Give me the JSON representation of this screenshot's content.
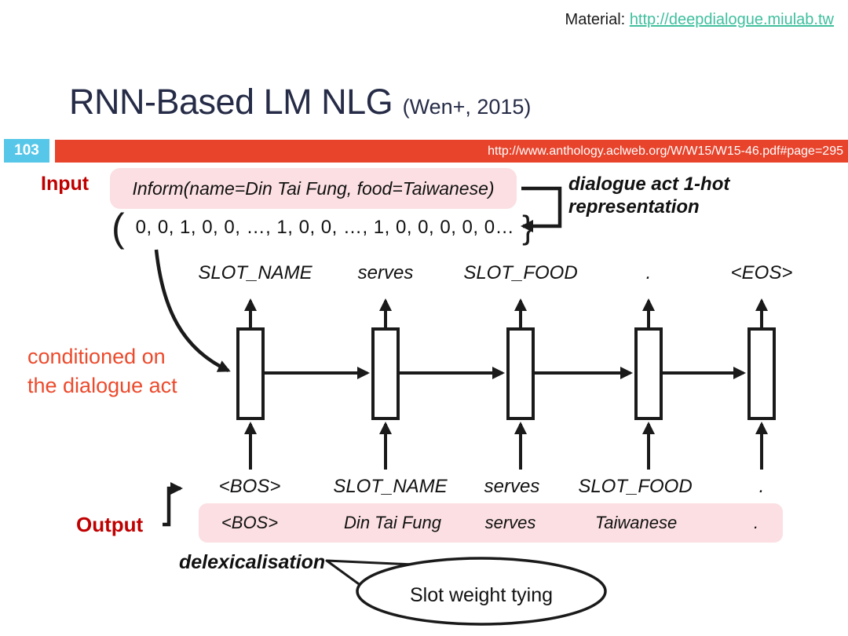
{
  "colors": {
    "banner_red": "#e8432b",
    "badge_cyan": "#56c7e9",
    "link_teal": "#3fbf9e",
    "title_navy": "#262c47",
    "label_dark_red": "#c00000",
    "note_orange_red": "#ec4a2c",
    "box_pink": "#fbdfe2",
    "ink_black": "#1a1a1a"
  },
  "header": {
    "material_label": "Material:",
    "material_link": "http://deepdialogue.miulab.tw"
  },
  "title": {
    "main": "RNN-Based LM NLG",
    "citation": "(Wen+, 2015)"
  },
  "banner": {
    "page_number": "103",
    "source_url": "http://www.anthology.aclweb.org/W/W15/W15-46.pdf#page=295"
  },
  "input": {
    "label": "Input",
    "dialogue_act": "Inform(name=Din Tai Fung, food=Taiwanese)",
    "open_bracket": "(",
    "vector": "0, 0, 1, 0, 0, …, 1, 0, 0, …, 1, 0, 0, 0, 0, 0…",
    "close_bracket": "}",
    "note_line1": "dialogue act 1-hot",
    "note_line2": "representation"
  },
  "conditioned_note": {
    "line1": "conditioned on",
    "line2": "the dialogue act"
  },
  "diagram": {
    "top_labels": [
      "SLOT_NAME",
      "serves",
      "SLOT_FOOD",
      ".",
      "<EOS>"
    ],
    "bottom_labels": [
      "<BOS>",
      "SLOT_NAME",
      "serves",
      "SLOT_FOOD",
      "."
    ]
  },
  "output": {
    "label": "Output",
    "tokens": [
      "<BOS>",
      "Din Tai Fung",
      "serves",
      "Taiwanese",
      "."
    ]
  },
  "delex_label": "delexicalisation",
  "bubble_text": "Slot weight tying"
}
